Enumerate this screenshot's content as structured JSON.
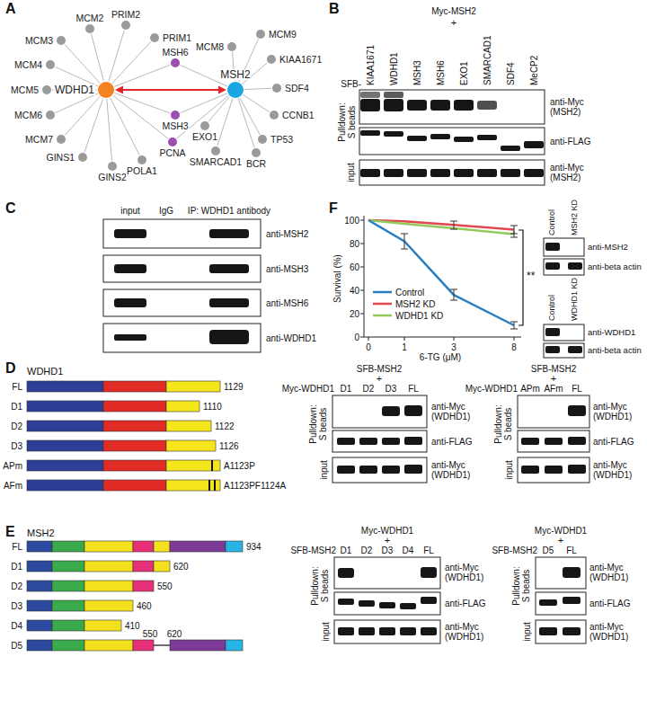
{
  "diagram": {
    "nodes": [
      {
        "text": [
          "WDHD1"
        ]
      },
      {
        "text": [
          "MSH2"
        ]
      },
      {
        "text": [
          "MCM2"
        ]
      },
      {
        "text": [
          "PRIM2"
        ]
      },
      {
        "text": [
          "PRIM1"
        ]
      },
      {
        "text": [
          "MCM3"
        ]
      },
      {
        "text": [
          "MCM4"
        ]
      },
      {
        "text": [
          "MCM5"
        ]
      },
      {
        "text": [
          "MCM6"
        ]
      },
      {
        "text": [
          "MCM7"
        ]
      },
      {
        "text": [
          "GINS1"
        ]
      },
      {
        "text": [
          "GINS2"
        ]
      },
      {
        "text": [
          "POLA1"
        ]
      },
      {
        "text": [
          "MSH6"
        ]
      },
      {
        "text": [
          "MSH3"
        ]
      },
      {
        "text": [
          "PCNA"
        ]
      },
      {
        "text": [
          "MCM9"
        ]
      },
      {
        "text": [
          "MCM8"
        ]
      },
      {
        "text": [
          "KIAA1671"
        ]
      },
      {
        "text": [
          "SDF4"
        ]
      },
      {
        "text": [
          "CCNB1"
        ]
      },
      {
        "text": [
          "TP53"
        ]
      },
      {
        "text": [
          "BCR"
        ]
      },
      {
        "text": [
          "SMARCAD1"
        ]
      },
      {
        "text": [
          "EXO1"
        ]
      }
    ],
    "edges": [
      {
        "from": 0,
        "to": 1,
        "arrow": "both"
      },
      {
        "from": 0,
        "to": 2,
        "arrow": "none"
      },
      {
        "from": 0,
        "to": 3,
        "arrow": "none"
      },
      {
        "from": 0,
        "to": 4,
        "arrow": "none"
      },
      {
        "from": 0,
        "to": 5,
        "arrow": "none"
      },
      {
        "from": 0,
        "to": 6,
        "arrow": "none"
      },
      {
        "from": 0,
        "to": 7,
        "arrow": "none"
      },
      {
        "from": 0,
        "to": 8,
        "arrow": "none"
      },
      {
        "from": 0,
        "to": 9,
        "arrow": "none"
      },
      {
        "from": 0,
        "to": 10,
        "arrow": "none"
      },
      {
        "from": 0,
        "to": 11,
        "arrow": "none"
      },
      {
        "from": 0,
        "to": 12,
        "arrow": "none"
      },
      {
        "from": 0,
        "to": 13,
        "arrow": "none"
      },
      {
        "from": 0,
        "to": 14,
        "arrow": "none"
      },
      {
        "from": 0,
        "to": 15,
        "arrow": "none"
      },
      {
        "from": 1,
        "to": 13,
        "arrow": "none"
      },
      {
        "from": 1,
        "to": 14,
        "arrow": "none"
      },
      {
        "from": 1,
        "to": 15,
        "arrow": "none"
      },
      {
        "from": 1,
        "to": 16,
        "arrow": "none"
      },
      {
        "from": 1,
        "to": 17,
        "arrow": "none"
      },
      {
        "from": 1,
        "to": 18,
        "arrow": "none"
      },
      {
        "from": 1,
        "to": 19,
        "arrow": "none"
      },
      {
        "from": 1,
        "to": 20,
        "arrow": "none"
      },
      {
        "from": 1,
        "to": 21,
        "arrow": "none"
      },
      {
        "from": 1,
        "to": 22,
        "arrow": "none"
      },
      {
        "from": 1,
        "to": 23,
        "arrow": "none"
      },
      {
        "from": 1,
        "to": 24,
        "arrow": "none"
      }
    ],
    "labels": [
      "A",
      "B",
      "C",
      "D",
      "E",
      "F",
      "Myc-MSH2",
      "+",
      "SFB-",
      "KIAA1671",
      "WDHD1",
      "MSH3",
      "MSH6",
      "EXO1",
      "SMARCAD1",
      "SDF4",
      "MeCP2",
      "Pulldown: S beads",
      "input",
      "anti-Myc (MSH2)",
      "anti-FLAG",
      "anti-Myc (MSH2)",
      "input",
      "IgG",
      "IP: WDHD1 antibody",
      "anti-MSH2",
      "anti-MSH3",
      "anti-MSH6",
      "anti-WDHD1",
      "100",
      "80",
      "60",
      "40",
      "20",
      "0",
      "Survival (%)",
      "0",
      "1",
      "3",
      "8",
      "6-TG (μM)",
      "**",
      "Control",
      "MSH2 KD",
      "anti-MSH2",
      "anti-beta actin",
      "Control",
      "WDHD1 KD",
      "anti-WDHD1",
      "anti-beta actin",
      "WDHD1",
      "FL",
      "D1",
      "D2",
      "D3",
      "APm",
      "AFm",
      "1129",
      "1110",
      "1122",
      "1126",
      "A1123P",
      "A1123PF1124A",
      "SFB-MSH2",
      "+",
      "Myc-WDHD1",
      "D1",
      "D2",
      "D3",
      "FL",
      "Pulldown: S beads",
      "input",
      "anti-Myc (WDHD1)",
      "anti-FLAG",
      "anti-Myc (WDHD1)",
      "SFB-MSH2",
      "+",
      "Myc-WDHD1",
      "APm",
      "AFm",
      "FL",
      "Pulldown: S beads",
      "input",
      "anti-Myc (WDHD1)",
      "anti-FLAG",
      "anti-Myc (WDHD1)",
      "MSH2",
      "FL",
      "D1",
      "D2",
      "D3",
      "D4",
      "D5",
      "934",
      "620",
      "550",
      "460",
      "410",
      "550",
      "620",
      "Myc-WDHD1",
      "+",
      "SFB-MSH2",
      "D1",
      "D2",
      "D3",
      "D4",
      "FL",
      "Pulldown: S beads",
      "input",
      "anti-Myc (WDHD1)",
      "anti-FLAG",
      "anti-Myc (WDHD1)",
      "Myc-WDHD1",
      "+",
      "SFB-MSH2",
      "D5",
      "FL",
      "Pulldown: S beads",
      "input",
      "anti-Myc (WDHD1)",
      "anti-FLAG",
      "anti-Myc (WDHD1)"
    ],
    "legend": [
      {
        "text": "Control"
      },
      {
        "text": "MSH2 KD"
      },
      {
        "text": "WDHD1 KD"
      }
    ]
  }
}
